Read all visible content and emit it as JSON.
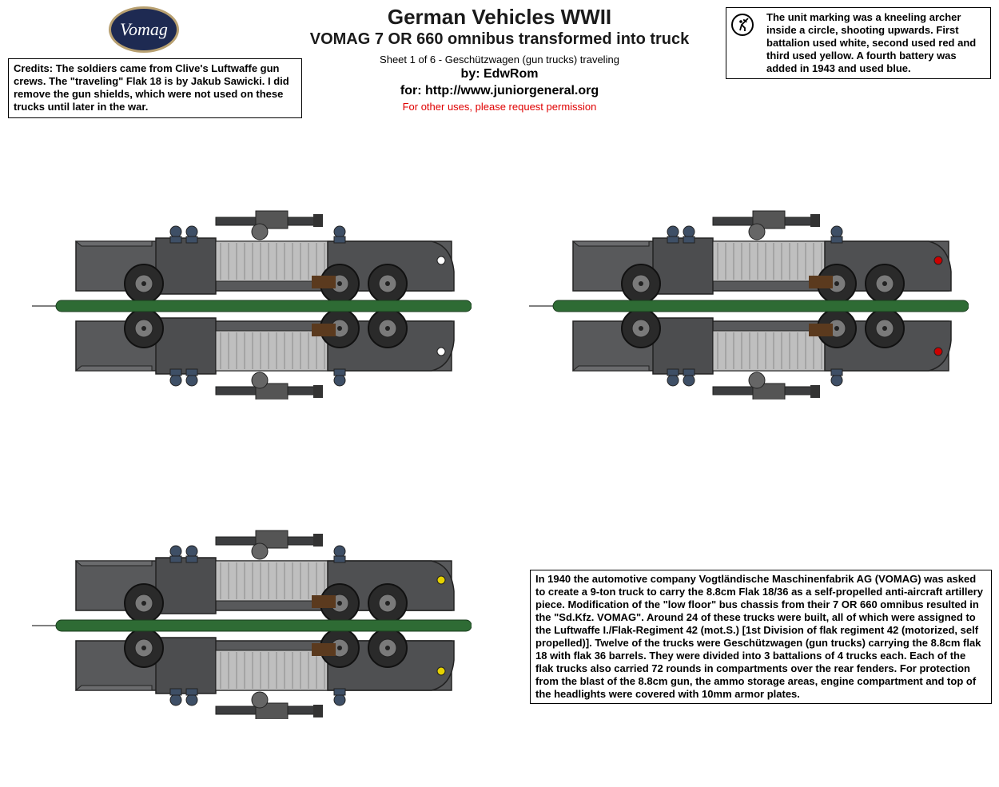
{
  "header": {
    "logo_text": "Vomag",
    "title": "German Vehicles WWII",
    "subtitle": "VOMAG 7 OR 660 omnibus transformed into truck",
    "sheet": "Sheet 1 of 6 - Geschützwagen (gun trucks) traveling",
    "author": "by: EdwRom",
    "site": "for: http://www.juniorgeneral.org",
    "permission": "For other uses, please request permission"
  },
  "credits": "Credits: The soldiers came from Clive's Luftwaffe gun crews. The \"traveling\" Flak 18 is by Jakub Sawicki. I did remove the gun shields, which were not used on these trucks until later in the war.",
  "marking_note": "The unit marking was a kneeling archer inside a circle, shooting upwards. First battalion used white, second used red and third used yellow. A fourth battery was added in 1943 and used blue.",
  "history": "In 1940 the automotive company Vogtländische Maschinenfabrik AG (VOMAG) was asked to create a 9-ton truck to carry the 8.8cm Flak 18/36 as a self-propelled anti-aircraft artillery piece. Modification of the \"low floor\" bus chassis from their 7 OR 660 omnibus resulted in the \"Sd.Kfz. VOMAG\". Around 24 of these trucks were built, all of which were assigned to the Luftwaffe I./Flak-Regiment 42 (mot.S.) [1st Division of flak regiment 42 (motorized, self propelled)]. Twelve of the trucks were Geschützwagen (gun trucks) carrying the 8.8cm flak 18 with flak 36 barrels. They were divided into 3 battalions of 4 trucks each. Each of the flak trucks also carried 72 rounds in compartments over the rear fenders. For protection from the blast of the 8.8cm gun, the ammo storage areas, engine compartment and top of the headlights were covered with 10mm armor plates.",
  "colors": {
    "logo_bg": "#1e2a52",
    "permission": "#e00000",
    "body_grey": "#58595b",
    "base_green": "#2e6b34",
    "markings": [
      "white",
      "red",
      "yellow"
    ]
  },
  "vehicles": [
    {
      "marking_color": "#ffffff"
    },
    {
      "marking_color": "#cc0000"
    },
    {
      "marking_color": "#e6d200"
    }
  ]
}
